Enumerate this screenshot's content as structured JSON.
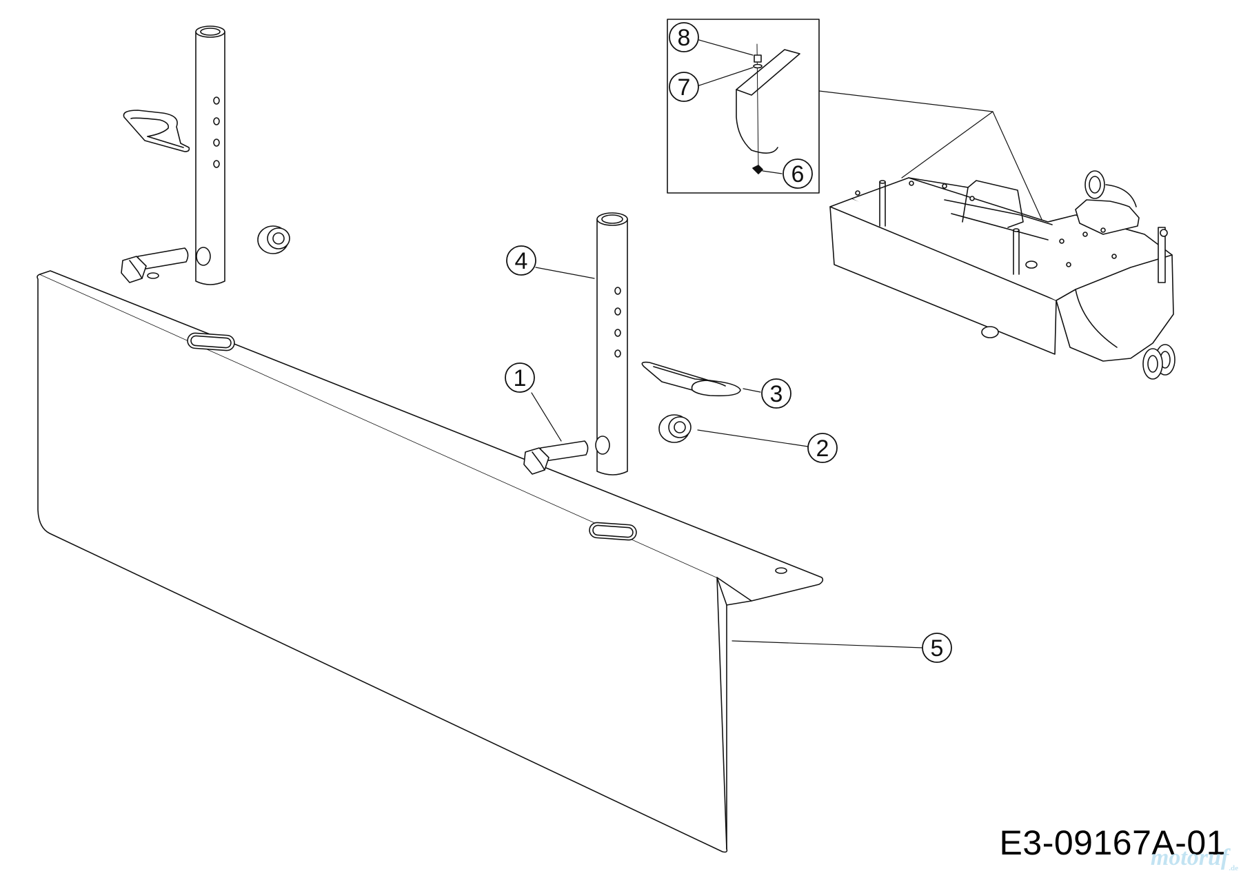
{
  "diagram": {
    "drawing_code": "E3-09167A-01",
    "watermark": "motoruf",
    "watermark_suffix": ".de",
    "callouts": [
      {
        "id": "callout-1",
        "label": "1"
      },
      {
        "id": "callout-2",
        "label": "2"
      },
      {
        "id": "callout-3",
        "label": "3"
      },
      {
        "id": "callout-4",
        "label": "4"
      },
      {
        "id": "callout-5",
        "label": "5"
      },
      {
        "id": "callout-6",
        "label": "6"
      },
      {
        "id": "callout-7",
        "label": "7"
      },
      {
        "id": "callout-8",
        "label": "8"
      }
    ]
  }
}
